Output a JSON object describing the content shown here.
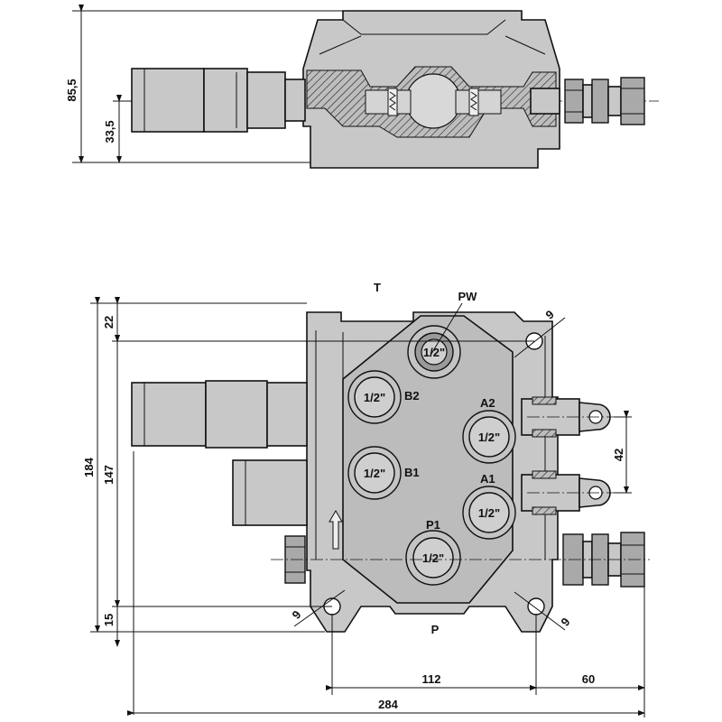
{
  "ports": {
    "T": "T",
    "PW": "PW",
    "P": "P",
    "B2": "B2",
    "B1": "B1",
    "A2": "A2",
    "A1": "A1",
    "P1": "P1"
  },
  "port_size": "1/2\"",
  "dimensions": {
    "top_height": "85,5",
    "top_axis": "33,5",
    "h184": "184",
    "h147": "147",
    "h22": "22",
    "h15": "15",
    "hole_top": "9",
    "hole_bl": "9",
    "hole_br": "9",
    "spacing_42": "42",
    "w112": "112",
    "w60": "60",
    "w284": "284"
  }
}
